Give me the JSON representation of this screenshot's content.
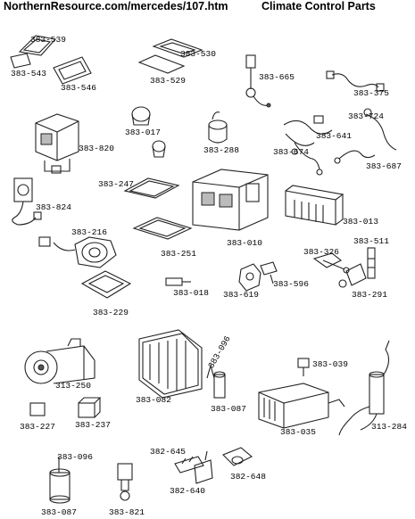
{
  "header": {
    "url": "NorthernResource.com/mercedes/107.htm",
    "title": "Climate Control Parts"
  },
  "labels": {
    "p383_539": "383-539",
    "p383_543": "383-543",
    "p383_546": "383-546",
    "p383_530": "383-530",
    "p383_529": "383-529",
    "p383_665": "383-665",
    "p383_375": "383-375",
    "p383_724": "383-724",
    "p383_017": "383-017",
    "p383_641": "383-641",
    "p383_820": "383-820",
    "p383_288": "383-288",
    "p383_674": "383-674",
    "p383_687": "383-687",
    "p383_247": "383-247",
    "p383_824": "383-824",
    "p383_013": "383-013",
    "p383_216": "383-216",
    "p383_010": "383-010",
    "p383_511": "383-511",
    "p383_326": "383-326",
    "p383_251": "383-251",
    "p383_596": "383-596",
    "p383_018": "383-018",
    "p383_619": "383-619",
    "p383_291": "383-291",
    "p383_229": "383-229",
    "p383_096a": "383-096",
    "p383_039": "383-039",
    "p313_250": "313-250",
    "p383_082": "383-082",
    "p383_087a": "383-087",
    "p383_227": "383-227",
    "p383_237": "383-237",
    "p383_035": "383-035",
    "p313_284": "313-284",
    "p383_096b": "383-096",
    "p382_645": "382-645",
    "p382_648": "382-648",
    "p382_640": "382-640",
    "p383_087b": "383-087",
    "p383_821": "383-821"
  }
}
